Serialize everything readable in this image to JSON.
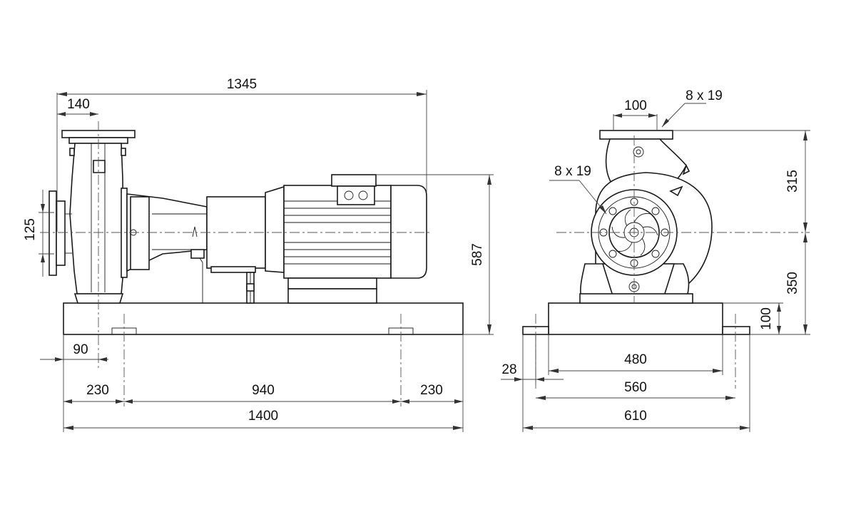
{
  "side_view": {
    "overall_length": "1345",
    "suction_offset": "140",
    "suction_flange_size": "125",
    "shaft_height": "587",
    "inlet_setback": "90",
    "base_end_left": "230",
    "base_hole_span": "940",
    "base_end_right": "230",
    "base_length": "1400"
  },
  "end_view": {
    "outlet_bolt_holes": "8 x 19",
    "outlet_size": "100",
    "inlet_bolt_holes": "8 x 19",
    "upper_height": "315",
    "lower_height": "350",
    "base_height": "100",
    "base_edge": "28",
    "base_inner_width": "480",
    "base_hole_width": "560",
    "base_width": "610"
  },
  "colors": {
    "line": "#1a1a1a",
    "background": "#ffffff"
  }
}
